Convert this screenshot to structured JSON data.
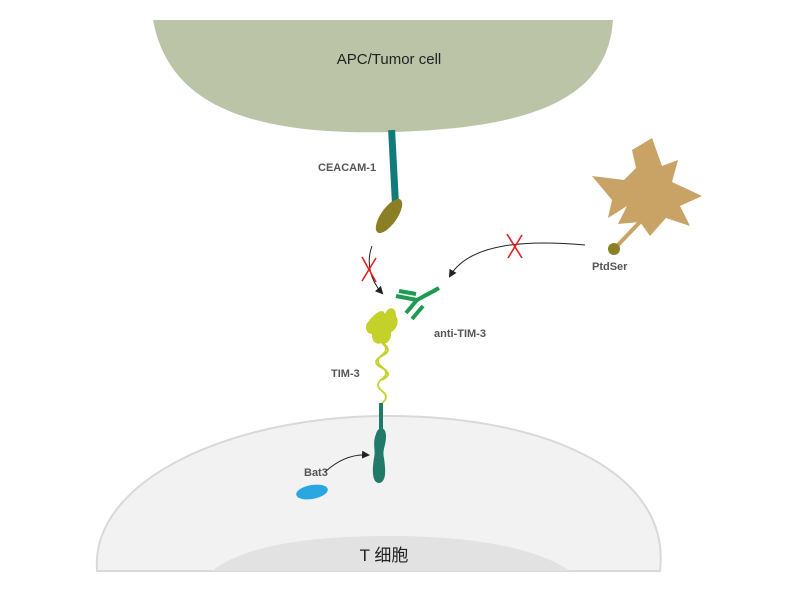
{
  "labels": {
    "apc_cell": "APC/Tumor cell",
    "ceacam1": "CEACAM-1",
    "ptdser": "PtdSer",
    "anti_tim3": "anti-TIM-3",
    "tim3": "TIM-3",
    "bat3": "Bat3",
    "t_cell": "T 细胞"
  },
  "colors": {
    "apc_fill": "#bcc4a8",
    "t_cell_outer": "#f2f2f2",
    "t_cell_inner": "#e2e2e2",
    "ceacam_stalk": "#0f7b7b",
    "ceacam_head": "#8a7f24",
    "antibody": "#1e9a52",
    "tim3": "#c3d12a",
    "tim3_stalk": "#217a68",
    "bat3": "#2aa6e0",
    "ptdser_cell": "#c9a265",
    "ptdser_dot": "#8a7f24",
    "block_x": "#e02020",
    "arrow": "#222222"
  }
}
